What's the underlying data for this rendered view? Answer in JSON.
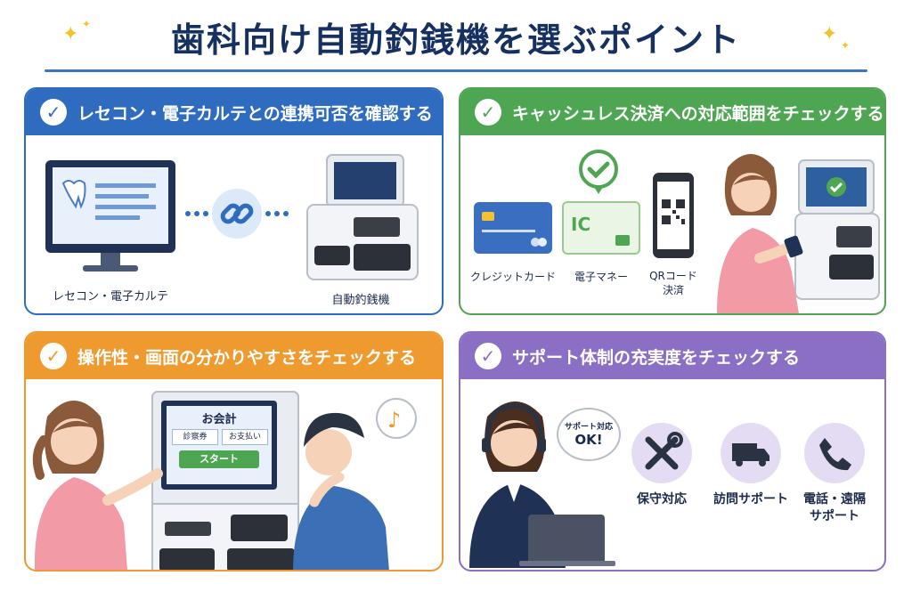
{
  "title": "歯科向け自動釣銭機を選ぶポイント",
  "colors": {
    "blue": "#2f6cc0",
    "green": "#4ea552",
    "orange": "#ee9a2f",
    "purple": "#8a6fc4",
    "navy": "#16305f"
  },
  "cards": [
    {
      "heading": "レセコン・電子カルテとの連携可否を確認する",
      "labels": {
        "pc": "レセコン・電子カルテ",
        "machine": "自動釣銭機"
      }
    },
    {
      "heading": "キャッシュレス決済への対応範囲をチェックする",
      "labels": {
        "credit": "クレジットカード",
        "emoney": "電子マネー",
        "qr": "QRコード\n決済",
        "ic": "IC"
      }
    },
    {
      "heading": "操作性・画面の分かりやすさをチェックする",
      "screen": {
        "title": "お会計",
        "btn1": "診察券",
        "btn2": "お支払い",
        "start": "スタート"
      }
    },
    {
      "heading": "サポート体制の充実度をチェックする",
      "bubble": {
        "line1": "サポート対応",
        "line2": "OK!"
      },
      "services": [
        {
          "label": "保守対応",
          "icon": "tools-icon"
        },
        {
          "label": "訪問サポート",
          "icon": "truck-icon"
        },
        {
          "label": "電話・遠隔\nサポート",
          "icon": "phone-icon"
        }
      ]
    }
  ]
}
